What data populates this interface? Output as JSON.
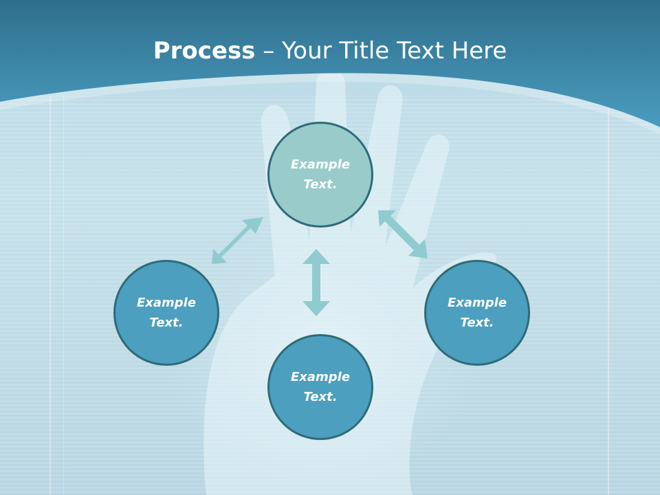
{
  "title": {
    "bold": "Process",
    "rest": " – Your Title Text Here"
  },
  "nodes": {
    "top": "Example Text.",
    "left": "Example Text.",
    "right": "Example Text.",
    "bottom": "Example Text."
  },
  "colors": {
    "header": "#3f8fb0",
    "node_primary": "#4c9fbe",
    "node_accent": "#99cbcb",
    "node_border": "#2f6b78",
    "arrow": "#8fcbcf"
  }
}
